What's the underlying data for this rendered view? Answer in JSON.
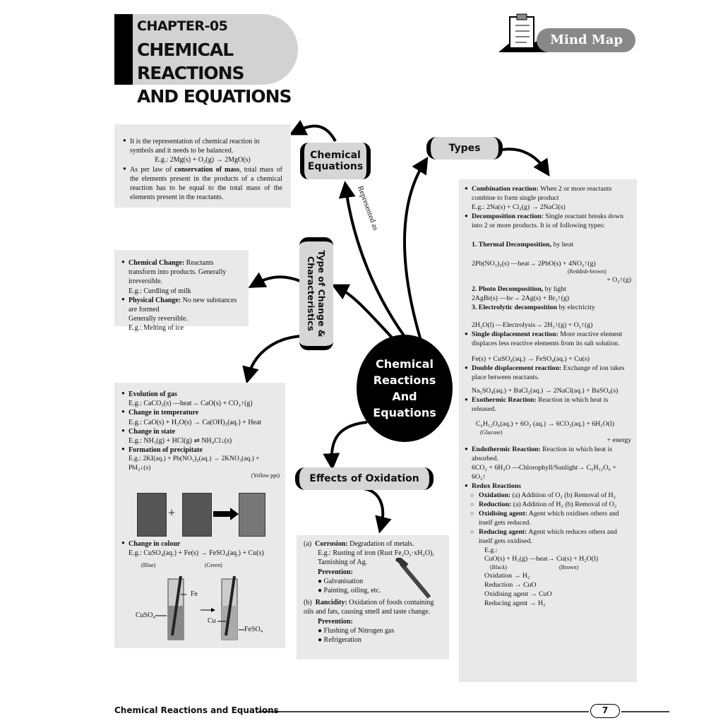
{
  "header": {
    "chapter": "CHAPTER-05",
    "title_line1": "CHEMICAL REACTIONS",
    "title_line2": "AND EQUATIONS",
    "badge": "Mind Map"
  },
  "center": {
    "line1": "Chemical",
    "line2": "Reactions",
    "line3": "And",
    "line4": "Equations"
  },
  "nodes": {
    "equations_line1": "Chemical",
    "equations_line2": "Equations",
    "types": "Types",
    "type_of_change": "Type of Change & Characteristics",
    "effects": "Effects of Oxidation",
    "represented_as": "Represented as"
  },
  "equations_panel": {
    "b1": "It is the representation of chemical reaction in symbols and it needs to be balanced.",
    "eg1": "E.g.: 2Mg(s) + O₂(g) → 2MgO(s)",
    "b2_pre": "As per law of ",
    "b2_bold": "conservation of mass",
    "b2_post": ", total mass of the elements present in the products of a chemical reaction has to be equal to the total mass of the elements present in the reactants."
  },
  "change_panel": {
    "chem_h": "Chemical Change:",
    "chem_t": " Reactants transform into products. Generally irreversible.",
    "chem_eg": "E.g.: Curdling of milk",
    "phys_h": "Physical Change:",
    "phys_t": " No new substances are formed",
    "phys_t2": "Generally reversible.",
    "phys_eg": "E.g.: Melting of ice"
  },
  "char_panel": {
    "gas_h": "Evolution of gas",
    "gas_eg": "E.g.: CaCO₃(s) —heat→ CaO(s) + CO₂↑(g)",
    "temp_h": "Change in temperature",
    "temp_eg": "E.g.: CaO(s) + H₂O(s) → Ca(OH)₂(aq.) + Heat",
    "state_h": "Change in state",
    "state_eg": "E.g.: NH₃(g) + HCl(g) ⇌ NH₄Cl↓(s)",
    "ppt_h": "Formation of precipitate",
    "ppt_eg": "E.g.: 2KI(aq.) + Pb(NO₃)₂(aq.) → 2KNO₃(aq.) + PbI₂↓(s)",
    "ppt_note": "(Yellow ppt)",
    "plus": "+",
    "colour_h": "Change in colour",
    "colour_eg": "E.g.: CuSO₄(aq.) + Fe(s) → FeSO₄(aq.) + Cu(s)",
    "blue": "(Blue)",
    "green": "(Green)",
    "fe": "Fe",
    "cuso4": "CuSO₄",
    "cu": "Cu",
    "feso4": "FeSO₄"
  },
  "oxidation_panel": {
    "a": "(a)",
    "a_h": "Corrosion:",
    "a_t": " Degradation of metals.",
    "a_eg": "E.g.: Rusting of iron (Rust Fe₂O₃·xH₂O), Tarnishing of Ag.",
    "prev": "Prevention:",
    "a_p1": "Galvanisation",
    "a_p2": "Painting, oiling, etc.",
    "b": "(b)",
    "b_h": "Rancidity:",
    "b_t": " Oxidation of foods containing oils and fats, causing smell and taste change.",
    "b_p1": "Flushing of Nitrogen gas",
    "b_p2": "Refrigeration"
  },
  "types_panel": {
    "comb_h": "Combination reaction:",
    "comb_t": " When 2 or more reactants combine to form single product",
    "comb_eg": "E.g.: 2Na(s) + Cl₂(g) → 2NaCl(s)",
    "dec_h": "Decomposition reaction:",
    "dec_t": " Single reactant breaks down into 2 or more products. It is of following types:",
    "td_h": "1. Thermal Decomposition,",
    "td_t": " by heat",
    "td_eq": "2Pb(NO₃)₂(s) —heat→ 2PbO(s) + 4NO₂↑(g)",
    "td_note": "(Reddish-brown)",
    "td_o2": "+ O₂↑(g)",
    "pd_h": "2. Photo Decomposition,",
    "pd_t": " by light",
    "pd_eq": "2AgBr(s) —hν→ 2Ag(s) + Br₂↑(g)",
    "ed_h": "3. Electrolytic decomposition",
    "ed_t": " by electricity",
    "ed_eq": "2H₂O(l) —Electrolysis→ 2H₂↑(g) + O₂↑(g)",
    "sd_h": "Single displacement reaction:",
    "sd_t": " More reactive element displaces less reactive elements from its salt solution.",
    "sd_eq": "Fe(s) + CuSO₄(aq.) → FeSO₄(aq.) + Cu(s)",
    "dd_h": "Double displacement reaction:",
    "dd_t": " Exchange of ion takes place between reactants.",
    "dd_eq": "Na₂SO₄(aq.) + BaCl₂(aq.) → 2NaCl(aq.) + BaSO₄(s)",
    "exo_h": "Exothermic Reaction:",
    "exo_t": " Reaction in which heat is released.",
    "exo_eq": "C₆H₁₂O₆(aq.) + 6O₂ (aq.) → 6CO₂(aq.) + 6H₂O(l)",
    "glucose": "(Glucose)",
    "energy": "+ energy",
    "endo_h": "Endothermic Reaction:",
    "endo_t": " Reaction in which heat is absorbed.",
    "endo_eq": "6CO₂ + 6H₂O —Chlorophyll/Sunlight→ C₆H₁₂O₆ + 6O₂↑",
    "redox_h": "Redox Reactions",
    "ox_h": "Oxidation:",
    "ox_t": " (a) Addition of O₂    (b) Removal of H₂",
    "red_h": "Reduction:",
    "red_t": " (a) Addition of H₂    (b) Removal of O₂",
    "oa_h": "Oxidising agent:",
    "oa_t": " Agent which oxidises others and itself gets reduced.",
    "ra_h": "Reducing agent:",
    "ra_t": " Agent which reduces others and itself gets oxidised.",
    "eg": "E.g.:",
    "cuo_eq": "CuO(s) + H₂(g) —heat→ Cu(s) + H₂O(l)",
    "black": "(Black)",
    "brown": "(Brown)",
    "r1": "Oxidation → H₂",
    "r2": "Reduction → CuO",
    "r3": "Oxidising agent → CuO",
    "r4": "Reducing agent → H₂"
  },
  "footer": {
    "title": "Chemical Reactions and Equations",
    "page": "7"
  }
}
